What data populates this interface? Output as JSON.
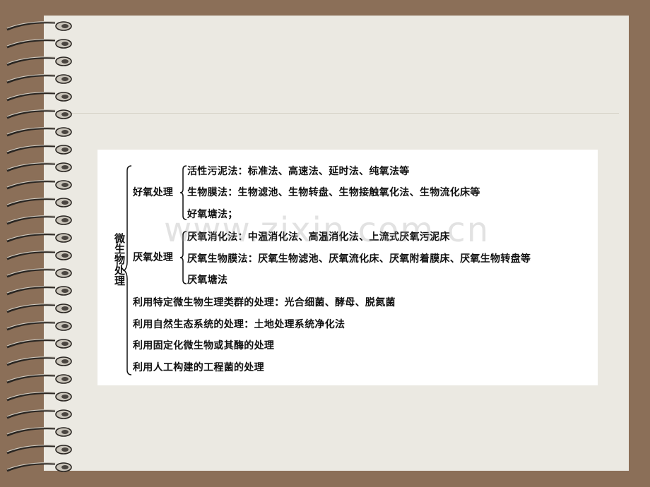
{
  "diagram": {
    "root": "微生物处理",
    "branches": [
      {
        "label": "好氧处理",
        "items": [
          "活性污泥法：标准法、高速法、延时法、纯氧法等",
          "生物膜法：生物滤池、生物转盘、生物接触氧化法、生物流化床等",
          "好氧塘法；"
        ]
      },
      {
        "label": "厌氧处理",
        "items": [
          "厌氧消化法：中温消化法、高温消化法、上流式厌氧污泥床",
          "厌氧生物膜法：厌氧生物滤池、厌氧流化床、厌氧附着膜床、厌氧生物转盘等",
          "厌氧塘法"
        ]
      }
    ],
    "direct_items": [
      "利用特定微生物生理类群的处理：光合细菌、酵母、脱氮菌",
      "利用自然生态系统的处理：土地处理系统净化法",
      "利用固定化微生物或其酶的处理",
      "利用人工构建的工程菌的处理"
    ]
  },
  "watermark": "www.zixin.com.cn"
}
